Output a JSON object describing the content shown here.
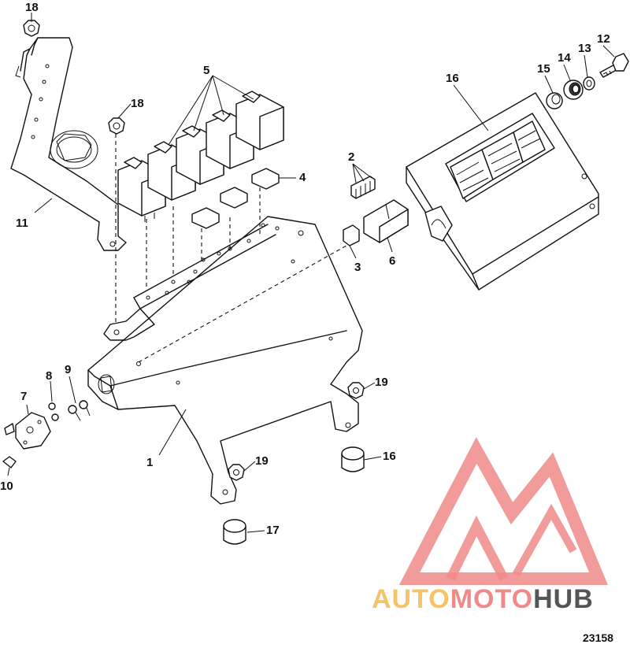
{
  "diagram": {
    "figure_number": "23158",
    "callouts": [
      "1",
      "2",
      "3",
      "4",
      "5",
      "6",
      "7",
      "8",
      "9",
      "10",
      "11",
      "12",
      "13",
      "14",
      "15",
      "16",
      "16",
      "17",
      "18",
      "18",
      "19",
      "19"
    ]
  },
  "watermark": {
    "text_part1": "AUTO",
    "text_part2": "MOTO",
    "text_part3": "HUB",
    "colors": {
      "auto": "#f5c469",
      "moto": "#f08a8a",
      "hub": "#555555",
      "triangle": "#f08a8a"
    }
  }
}
